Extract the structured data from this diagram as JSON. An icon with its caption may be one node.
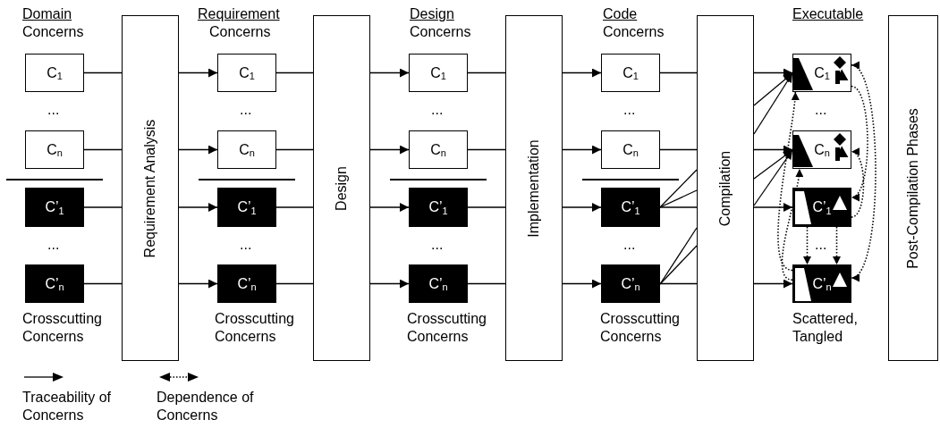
{
  "diagram": {
    "nodes": [
      {
        "text": [
          "C$_{1}$"
        ]
      },
      {
        "text": [
          "C$_{n}$"
        ]
      },
      {
        "text": [
          "C’$_{1}$"
        ]
      },
      {
        "text": [
          "C’$_{n}$"
        ]
      },
      {
        "text": [
          "Requirement Analysis"
        ]
      },
      {
        "text": [
          "C$_{1}$"
        ]
      },
      {
        "text": [
          "C$_{n}$"
        ]
      },
      {
        "text": [
          "C’$_{1}$"
        ]
      },
      {
        "text": [
          "C’$_{n}$"
        ]
      },
      {
        "text": [
          "Design"
        ]
      },
      {
        "text": [
          "C$_{1}$"
        ]
      },
      {
        "text": [
          "C$_{n}$"
        ]
      },
      {
        "text": [
          "C’$_{1}$"
        ]
      },
      {
        "text": [
          "C’$_{n}$"
        ]
      },
      {
        "text": [
          "Implementation"
        ]
      },
      {
        "text": [
          "C$_{1}$"
        ]
      },
      {
        "text": [
          "C$_{n}$"
        ]
      },
      {
        "text": [
          "C’$_{1}$"
        ]
      },
      {
        "text": [
          "C’$_{n}$"
        ]
      },
      {
        "text": [
          "Compilation"
        ]
      },
      {
        "text": [
          "C$_{1}$"
        ]
      },
      {
        "text": [
          "C$_{n}$"
        ]
      },
      {
        "text": [
          "C’$_{1}$"
        ]
      },
      {
        "text": [
          "C’$_{n}$"
        ]
      },
      {
        "text": [
          "Post-Compilation Phases"
        ]
      }
    ],
    "edges": [
      {
        "from": 0,
        "to": 4,
        "arrow": "none"
      },
      {
        "from": 1,
        "to": 4,
        "arrow": "none"
      },
      {
        "from": 2,
        "to": 4,
        "arrow": "none"
      },
      {
        "from": 3,
        "to": 4,
        "arrow": "none"
      },
      {
        "from": 4,
        "to": 5,
        "arrow": "to"
      },
      {
        "from": 4,
        "to": 6,
        "arrow": "to"
      },
      {
        "from": 4,
        "to": 7,
        "arrow": "to"
      },
      {
        "from": 4,
        "to": 8,
        "arrow": "to"
      },
      {
        "from": 5,
        "to": 9,
        "arrow": "none"
      },
      {
        "from": 6,
        "to": 9,
        "arrow": "none"
      },
      {
        "from": 7,
        "to": 9,
        "arrow": "none"
      },
      {
        "from": 8,
        "to": 9,
        "arrow": "none"
      },
      {
        "from": 9,
        "to": 10,
        "arrow": "to"
      },
      {
        "from": 9,
        "to": 11,
        "arrow": "to"
      },
      {
        "from": 9,
        "to": 12,
        "arrow": "to"
      },
      {
        "from": 9,
        "to": 13,
        "arrow": "to"
      },
      {
        "from": 10,
        "to": 14,
        "arrow": "none"
      },
      {
        "from": 11,
        "to": 14,
        "arrow": "none"
      },
      {
        "from": 12,
        "to": 14,
        "arrow": "none"
      },
      {
        "from": 13,
        "to": 14,
        "arrow": "none"
      },
      {
        "from": 14,
        "to": 15,
        "arrow": "to"
      },
      {
        "from": 14,
        "to": 16,
        "arrow": "to"
      },
      {
        "from": 14,
        "to": 17,
        "arrow": "to"
      },
      {
        "from": 14,
        "to": 18,
        "arrow": "to"
      },
      {
        "from": 15,
        "to": 19,
        "arrow": "none"
      },
      {
        "from": 16,
        "to": 19,
        "arrow": "none"
      },
      {
        "from": 17,
        "to": 19,
        "arrow": "none"
      },
      {
        "from": 17,
        "to": 19,
        "arrow": "none"
      },
      {
        "from": 17,
        "to": 19,
        "arrow": "none"
      },
      {
        "from": 18,
        "to": 19,
        "arrow": "none"
      },
      {
        "from": 18,
        "to": 19,
        "arrow": "none"
      },
      {
        "from": 18,
        "to": 19,
        "arrow": "none"
      },
      {
        "from": 19,
        "to": 20,
        "arrow": "to"
      },
      {
        "from": 19,
        "to": 20,
        "arrow": "to"
      },
      {
        "from": 19,
        "to": 20,
        "arrow": "to"
      },
      {
        "from": 19,
        "to": 21,
        "arrow": "to"
      },
      {
        "from": 19,
        "to": 21,
        "arrow": "to"
      },
      {
        "from": 19,
        "to": 21,
        "arrow": "to"
      },
      {
        "from": 19,
        "to": 22,
        "arrow": "to"
      },
      {
        "from": 19,
        "to": 23,
        "arrow": "to"
      },
      {
        "from": 23,
        "to": 20,
        "arrow": "to",
        "style": "dashed"
      },
      {
        "from": 20,
        "to": 23,
        "arrow": "both",
        "style": "dashed"
      },
      {
        "from": 22,
        "to": 23,
        "arrow": "to",
        "style": "dashed"
      },
      {
        "from": 22,
        "to": 23,
        "arrow": "to",
        "style": "dashed"
      },
      {
        "from": 23,
        "to": 21,
        "arrow": "to",
        "style": "dashed"
      },
      {
        "from": 20,
        "to": 22,
        "arrow": "to",
        "style": "dashed"
      },
      {
        "from": 22,
        "to": 21,
        "arrow": "to",
        "style": "dashed"
      }
    ],
    "labels": [
      "Domain",
      "Concerns",
      "Requirement",
      "Concerns",
      "Design",
      "Concerns",
      "Code",
      "Concerns",
      "Executable",
      "...",
      "...",
      "...",
      "...",
      "...",
      "...",
      "...",
      "...",
      "...",
      "...",
      "Crosscutting Concerns",
      "Crosscutting Concerns",
      "Crosscutting Concerns",
      "Crosscutting Concerns",
      "Scattered, Tangled"
    ],
    "legend": [
      {
        "text": "Traceability of Concerns"
      },
      {
        "text": "Dependence of Concerns"
      }
    ]
  }
}
